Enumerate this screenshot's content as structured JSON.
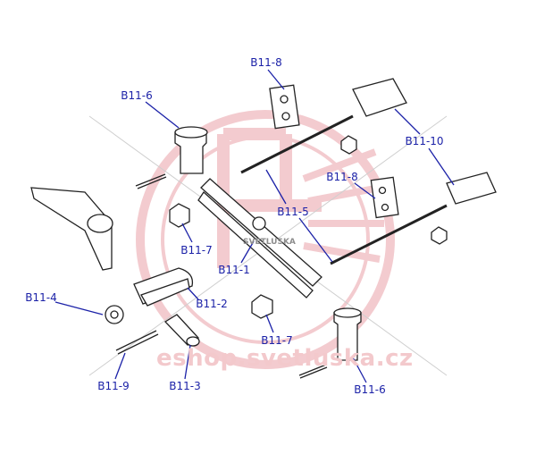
{
  "watermark": {
    "url_text": "eshop.svetluska.cz",
    "logo_text": "SVETLUSKA",
    "color": "#e8a0a6"
  },
  "label_color": "#1c22a8",
  "labels": [
    "B11-8",
    "B11-6",
    "B11-10",
    "B11-8",
    "B11-5",
    "B11-7",
    "B11-1",
    "B11-4",
    "B11-2",
    "B11-7",
    "B11-9",
    "B11-3",
    "B11-6"
  ]
}
